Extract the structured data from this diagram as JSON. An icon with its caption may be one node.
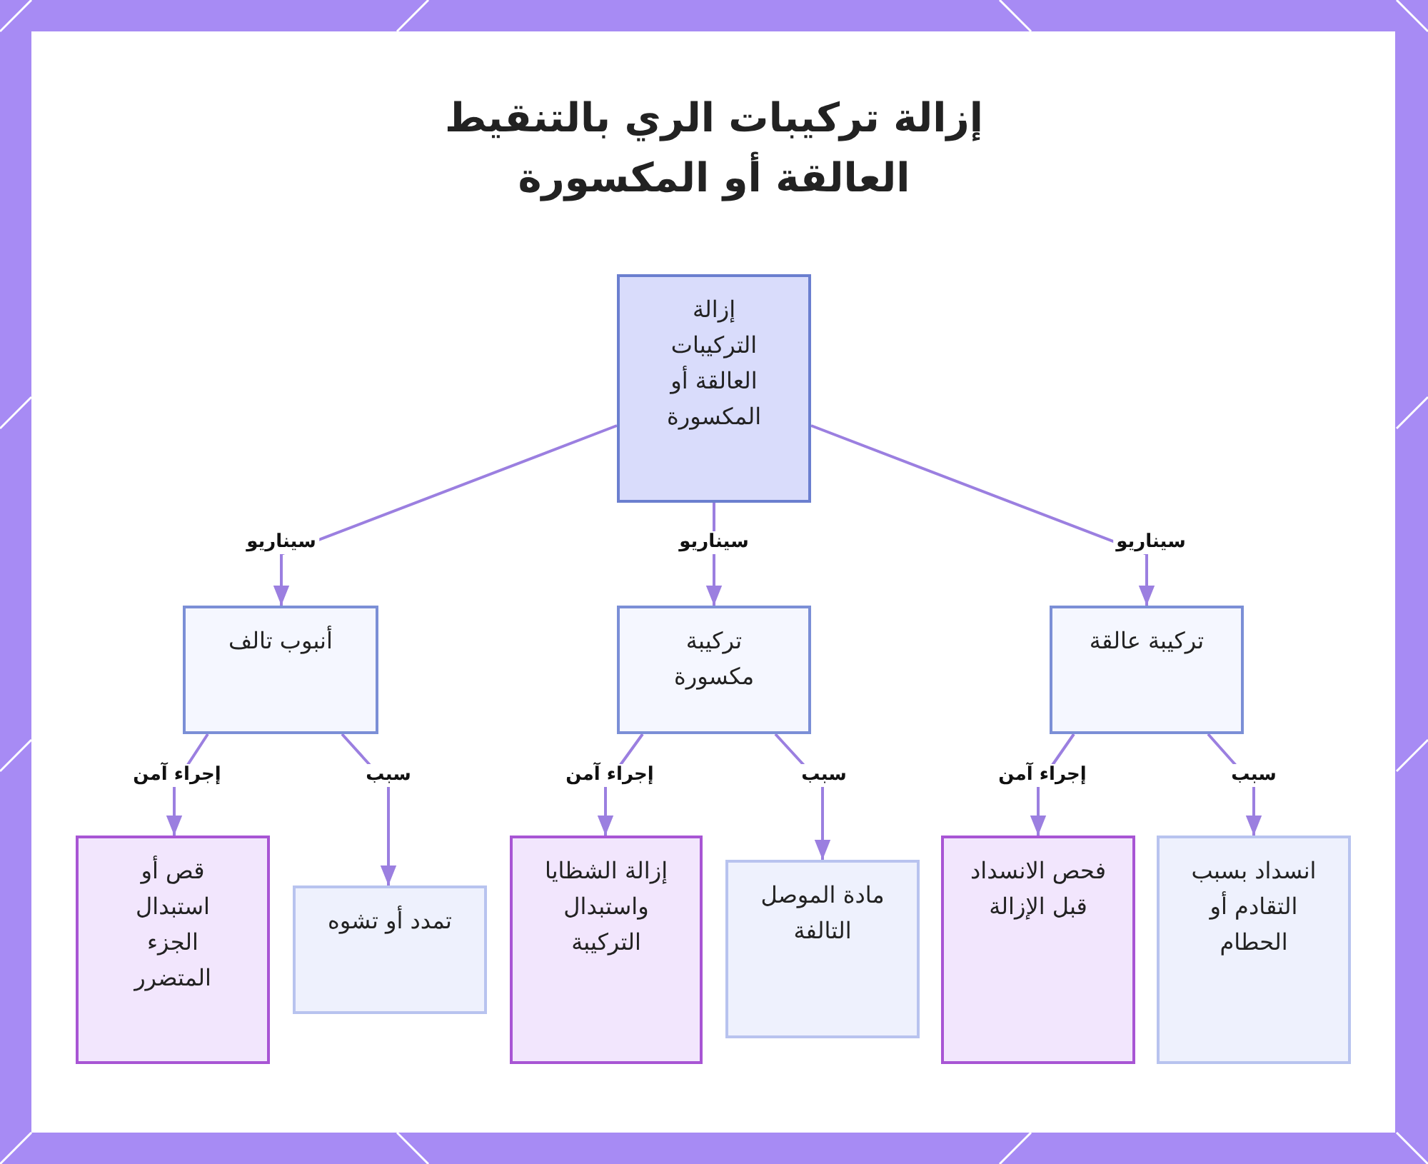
{
  "diagram": {
    "title": "إزالة تركيبات الري بالتنقيط العالقة أو المكسورة",
    "nodes": [
      {
        "text": [
          "إزالة التركيبات العالقة أو المكسورة"
        ]
      },
      {
        "text": [
          "أنبوب تالف"
        ]
      },
      {
        "text": [
          "تركيبة مكسورة"
        ]
      },
      {
        "text": [
          "تركيبة عالقة"
        ]
      },
      {
        "text": [
          "قص أو استبدال الجزء المتضرر"
        ]
      },
      {
        "text": [
          "تمدد أو تشوه"
        ]
      },
      {
        "text": [
          "إزالة الشظايا واستبدال التركيبة"
        ]
      },
      {
        "text": [
          "مادة الموصل التالفة"
        ]
      },
      {
        "text": [
          "فحص الانسداد قبل الإزالة"
        ]
      },
      {
        "text": [
          "انسداد بسبب التقادم أو الحطام"
        ]
      }
    ],
    "edges": [
      {
        "from": 0,
        "to": 1,
        "arrow": "to",
        "label": "سيناريو"
      },
      {
        "from": 0,
        "to": 2,
        "arrow": "to",
        "label": "سيناريو"
      },
      {
        "from": 0,
        "to": 3,
        "arrow": "to",
        "label": "سيناريو"
      },
      {
        "from": 1,
        "to": 4,
        "arrow": "to",
        "label": "إجراء آمن"
      },
      {
        "from": 1,
        "to": 5,
        "arrow": "to",
        "label": "سبب"
      },
      {
        "from": 2,
        "to": 6,
        "arrow": "to",
        "label": "إجراء آمن"
      },
      {
        "from": 2,
        "to": 7,
        "arrow": "to",
        "label": "سبب"
      },
      {
        "from": 3,
        "to": 8,
        "arrow": "to",
        "label": "إجراء آمن"
      },
      {
        "from": 3,
        "to": 9,
        "arrow": "to",
        "label": "سبب"
      }
    ]
  }
}
